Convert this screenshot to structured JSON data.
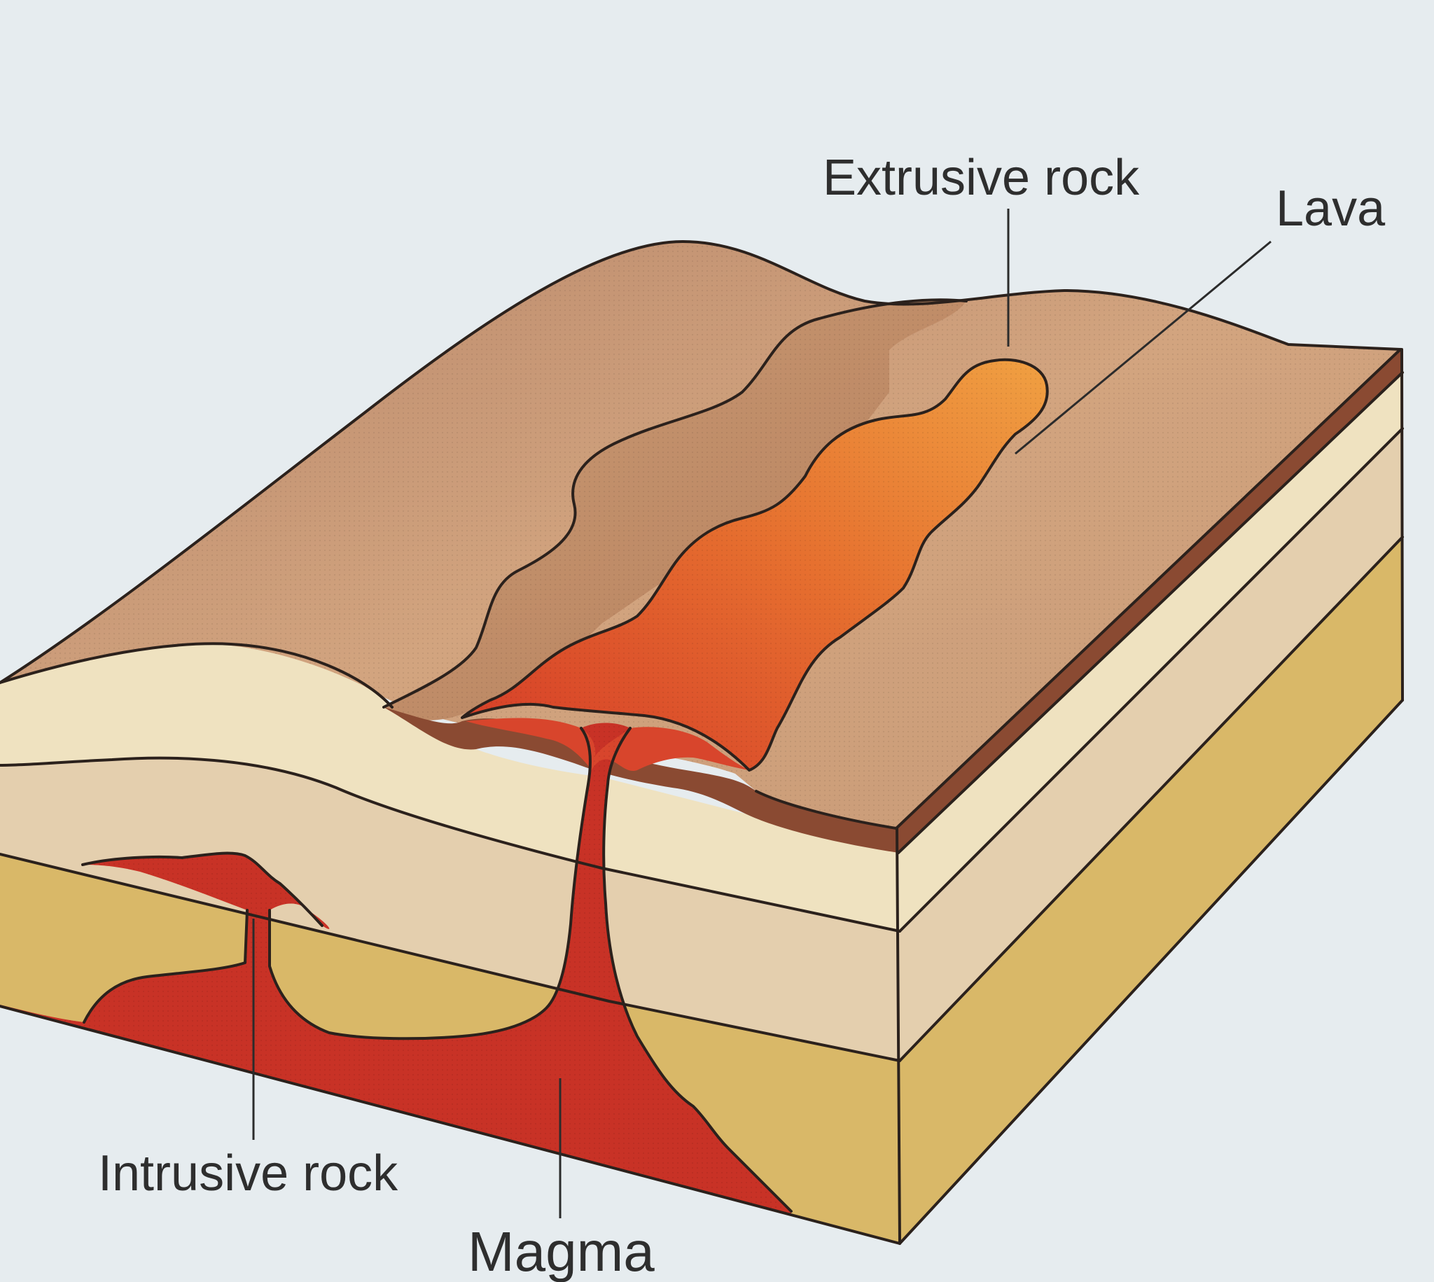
{
  "labels": {
    "extrusive_rock": "Extrusive rock",
    "lava": "Lava",
    "intrusive_rock": "Intrusive rock",
    "magma": "Magma"
  },
  "colors": {
    "background": "#e6ecef",
    "surface_rock": "#c99c78",
    "extrusive_rock": "#c08a66",
    "top_edge": "#8a4a32",
    "pale_layer": "#efe2c0",
    "middle_layer": "#e4cfae",
    "yellow_layer": "#d9b868",
    "lava_light": "#e9943a",
    "lava_dark": "#d8452c",
    "magma": "#c83226"
  }
}
